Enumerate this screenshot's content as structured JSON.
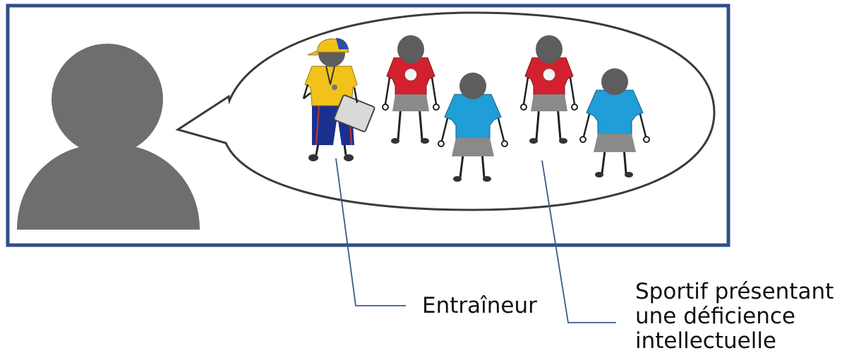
{
  "labels": {
    "coach": "Entraîneur",
    "athlete_lines": [
      "Sportif présentant",
      "une déficience",
      "intellectuelle"
    ]
  },
  "colors": {
    "frame": "#2f4f86",
    "silhouette": "#6e6e6e",
    "bubble_stroke": "#3a3a3a",
    "leader": "#3d5a8a",
    "coach_shirt": "#f2c21a",
    "coach_pants": "#1b2f8f",
    "red_shirt": "#d2202f",
    "blue_shirt": "#1f9ed8",
    "grey_shorts": "#8a8a8a",
    "head": "#5d5d5d"
  },
  "icons": {
    "viewer": "person-silhouette-icon",
    "coach": "coach-figure-icon",
    "athlete": "athlete-figure-icon"
  }
}
